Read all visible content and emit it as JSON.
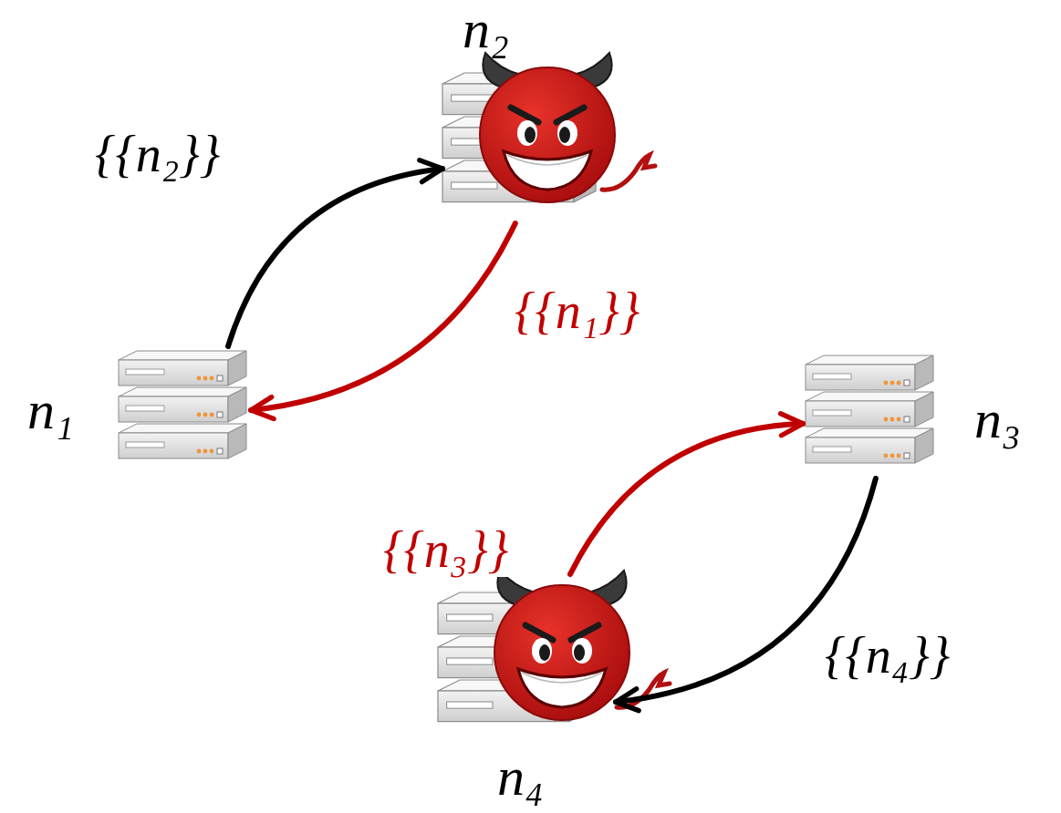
{
  "diagram": {
    "nodes": [
      {
        "text": [
          "n₂"
        ]
      },
      {
        "text": [
          "n₁"
        ]
      },
      {
        "text": [
          "n₃"
        ]
      },
      {
        "text": [
          "n₄"
        ]
      }
    ],
    "edges": [
      {
        "from": 1,
        "to": 0,
        "arrow": "to",
        "label": "{{n₂}}"
      },
      {
        "from": 0,
        "to": 1,
        "arrow": "to",
        "label": "{{n₁}}"
      },
      {
        "from": 3,
        "to": 2,
        "arrow": "to",
        "label": "{{n₃}}"
      },
      {
        "from": 2,
        "to": 3,
        "arrow": "to",
        "label": "{{n₄}}"
      }
    ]
  }
}
